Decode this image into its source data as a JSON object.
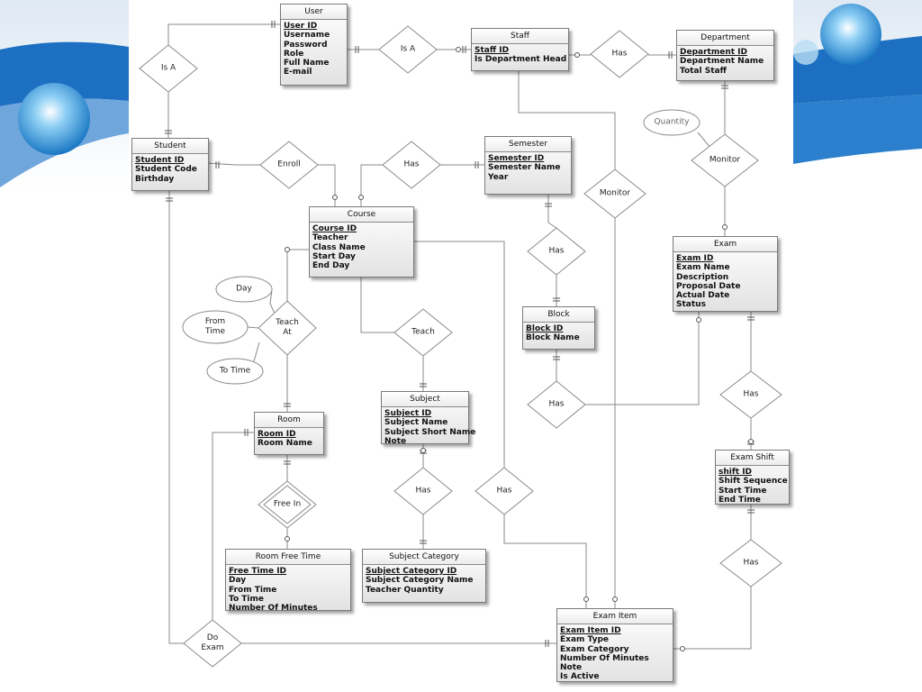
{
  "entities": [
    {
      "id": "user",
      "title": "User",
      "attributes": [
        {
          "name": "User ID",
          "pk": true
        },
        {
          "name": "Username"
        },
        {
          "name": "Password"
        },
        {
          "name": "Role"
        },
        {
          "name": "Full Name"
        },
        {
          "name": "E-mail"
        }
      ]
    },
    {
      "id": "staff",
      "title": "Staff",
      "attributes": [
        {
          "name": "Staff ID",
          "pk": true
        },
        {
          "name": "Is Department Head"
        }
      ]
    },
    {
      "id": "department",
      "title": "Department",
      "attributes": [
        {
          "name": "Department ID",
          "pk": true
        },
        {
          "name": "Department Name"
        },
        {
          "name": "Total Staff"
        }
      ]
    },
    {
      "id": "student",
      "title": "Student",
      "attributes": [
        {
          "name": "Student ID",
          "pk": true
        },
        {
          "name": "Student Code"
        },
        {
          "name": "Birthday"
        }
      ]
    },
    {
      "id": "semester",
      "title": "Semester",
      "attributes": [
        {
          "name": "Semester ID",
          "pk": true
        },
        {
          "name": "Semester Name"
        },
        {
          "name": "Year"
        }
      ]
    },
    {
      "id": "course",
      "title": "Course",
      "attributes": [
        {
          "name": "Course ID",
          "pk": true
        },
        {
          "name": "Teacher"
        },
        {
          "name": "Class Name"
        },
        {
          "name": "Start Day"
        },
        {
          "name": "End Day"
        }
      ]
    },
    {
      "id": "exam",
      "title": "Exam",
      "attributes": [
        {
          "name": "Exam ID",
          "pk": true
        },
        {
          "name": "Exam Name"
        },
        {
          "name": "Description"
        },
        {
          "name": "Proposal Date"
        },
        {
          "name": "Actual Date"
        },
        {
          "name": "Status"
        }
      ]
    },
    {
      "id": "block",
      "title": "Block",
      "attributes": [
        {
          "name": "Block ID",
          "pk": true
        },
        {
          "name": "Block Name"
        }
      ]
    },
    {
      "id": "room",
      "title": "Room",
      "attributes": [
        {
          "name": "Room ID",
          "pk": true
        },
        {
          "name": "Room Name"
        }
      ]
    },
    {
      "id": "subject",
      "title": "Subject",
      "attributes": [
        {
          "name": "Subject ID",
          "pk": true
        },
        {
          "name": "Subject Name"
        },
        {
          "name": "Subject Short Name"
        },
        {
          "name": "Note"
        }
      ]
    },
    {
      "id": "exam_shift",
      "title": "Exam Shift",
      "attributes": [
        {
          "name": "shift ID",
          "pk": true
        },
        {
          "name": "Shift Sequence"
        },
        {
          "name": "Start Time"
        },
        {
          "name": "End Time"
        }
      ]
    },
    {
      "id": "room_free_time",
      "title": "Room Free Time",
      "attributes": [
        {
          "name": "Free Time ID",
          "pk": true
        },
        {
          "name": "Day"
        },
        {
          "name": "From Time"
        },
        {
          "name": "To Time"
        },
        {
          "name": "Number Of Minutes"
        }
      ]
    },
    {
      "id": "subject_category",
      "title": "Subject Category",
      "attributes": [
        {
          "name": "Subject Category ID",
          "pk": true
        },
        {
          "name": "Subject Category Name"
        },
        {
          "name": "Teacher Quantity"
        }
      ]
    },
    {
      "id": "exam_item",
      "title": "Exam Item",
      "attributes": [
        {
          "name": "Exam Item ID",
          "pk": true
        },
        {
          "name": "Exam Type"
        },
        {
          "name": "Exam Category"
        },
        {
          "name": "Number Of Minutes"
        },
        {
          "name": "Note"
        },
        {
          "name": "Is Active"
        }
      ]
    }
  ],
  "relationships": [
    {
      "id": "isa_student",
      "label": "Is A"
    },
    {
      "id": "isa_staff",
      "label": "Is A"
    },
    {
      "id": "has_staff_dept",
      "label": "Has"
    },
    {
      "id": "enroll",
      "label": "Enroll"
    },
    {
      "id": "has_course_sem",
      "label": "Has"
    },
    {
      "id": "monitor_dept",
      "label": "Monitor"
    },
    {
      "id": "monitor_staff",
      "label": "Monitor"
    },
    {
      "id": "has_sem_block",
      "label": "Has"
    },
    {
      "id": "teach_at",
      "label": "Teach\nAt"
    },
    {
      "id": "teach",
      "label": "Teach"
    },
    {
      "id": "has_block_exam",
      "label": "Has"
    },
    {
      "id": "has_exam_shift",
      "label": "Has"
    },
    {
      "id": "has_subj_cat",
      "label": "Has"
    },
    {
      "id": "has_course_item",
      "label": "Has"
    },
    {
      "id": "free_in",
      "label": "Free In",
      "weak": true
    },
    {
      "id": "has_shift_item",
      "label": "Has"
    },
    {
      "id": "do_exam",
      "label": "Do\nExam"
    }
  ],
  "attributes": [
    {
      "id": "quantity",
      "label": "Quantity"
    },
    {
      "id": "day",
      "label": "Day"
    },
    {
      "id": "from_time",
      "label": "From\nTime"
    },
    {
      "id": "to_time",
      "label": "To Time"
    }
  ],
  "colors": {
    "entity_border": "#7a7a7a",
    "line": "#8a8a8a",
    "diamond_border": "#8a8a8a",
    "deco_blue": "#1d6fc2"
  }
}
